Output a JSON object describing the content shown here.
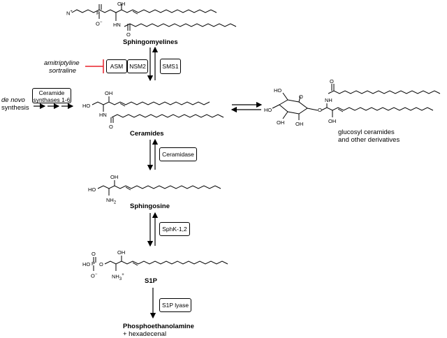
{
  "molecules": {
    "sphingomyelines": "Sphingomyelines",
    "ceramides": "Ceramides",
    "sphingosine": "Sphingosine",
    "s1p": "S1P",
    "product_line1": "Phosphoethanolamine",
    "product_line2": "+ hexadecenal",
    "glucosyl_line1": "glucosyl ceramides",
    "glucosyl_line2": "and other derivatives"
  },
  "enzymes": {
    "asm": "ASM",
    "nsm2": "NSM2",
    "sms1": "SMS1",
    "ceramide_synthases_line1": "Ceramide",
    "ceramide_synthases_line2": "synthases 1-6",
    "ceramidase": "Ceramidase",
    "sphk": "SphK-1,2",
    "s1p_lyase": "S1P lyase"
  },
  "inhibitors": {
    "drug1": "amitriptyline",
    "drug2": "sortraline"
  },
  "de_novo": {
    "line1": "de novo",
    "line2": "synthesis"
  },
  "atoms": {
    "oh": "OH",
    "ho": "HO",
    "hn": "HN",
    "nh": "NH",
    "nh2": "NH",
    "nh2_sub": "2",
    "nh3": "NH",
    "nh3_sub": "3",
    "o": "O",
    "p": "P",
    "n": "N",
    "plus": "+",
    "minus": "−"
  },
  "colors": {
    "inhibition": "#e8202a",
    "line": "#000000"
  }
}
